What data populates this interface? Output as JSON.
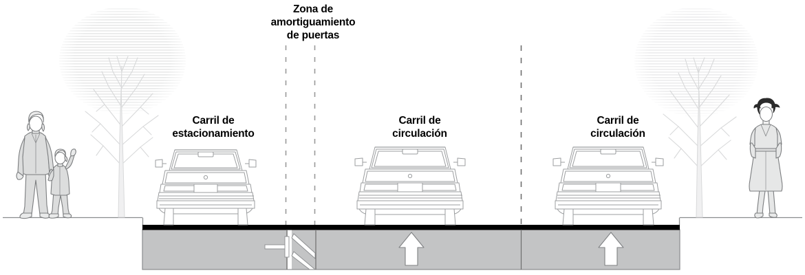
{
  "diagram": {
    "type": "street-cross-section",
    "language": "es",
    "labels": {
      "buffer_zone": "Zona de\namortiguamiento\nde puertas",
      "parking_lane": "Carril de\nestacionamiento",
      "travel_lane_1": "Carril de\ncirculación",
      "travel_lane_2": "Carril de\ncirculación"
    },
    "colors": {
      "text": "#000000",
      "asphalt_surface": "#000000",
      "roadbed_fill": "#c3c4c5",
      "roadbed_stroke": "#8a8c8e",
      "ground_line": "#8a8c8e",
      "dashed_guide": "#9a9a9a",
      "lane_divider": "#6e6e6e",
      "figure_stroke": "#7b7d7f",
      "figure_fill": "#dcdddd",
      "car_stroke": "#9b9d9f",
      "tree_tone": "#ececec",
      "arrow_fill": "#ffffff",
      "arrow_stroke": "#7f8183",
      "background": "#ffffff"
    },
    "elements": {
      "pedestrians": [
        {
          "name": "adult-with-child",
          "side": "left"
        },
        {
          "name": "woman-standing",
          "side": "right"
        }
      ],
      "trees": [
        {
          "name": "street-tree-left",
          "side": "left"
        },
        {
          "name": "street-tree-right",
          "side": "right"
        }
      ],
      "vehicles": [
        {
          "name": "parked-car",
          "lane": "parking"
        },
        {
          "name": "travel-car-1",
          "lane": "travel-1"
        },
        {
          "name": "travel-car-2",
          "lane": "travel-2"
        }
      ],
      "direction_arrows": [
        {
          "name": "travel-arrow-1",
          "direction": "up"
        },
        {
          "name": "travel-arrow-2",
          "direction": "up"
        }
      ],
      "guide_lines": {
        "buffer_left": "dashed",
        "buffer_right": "dashed",
        "lane_divider": "dashed"
      },
      "roadbed": {
        "surface": "asphalt",
        "section_marker": "break-hatch"
      }
    }
  }
}
